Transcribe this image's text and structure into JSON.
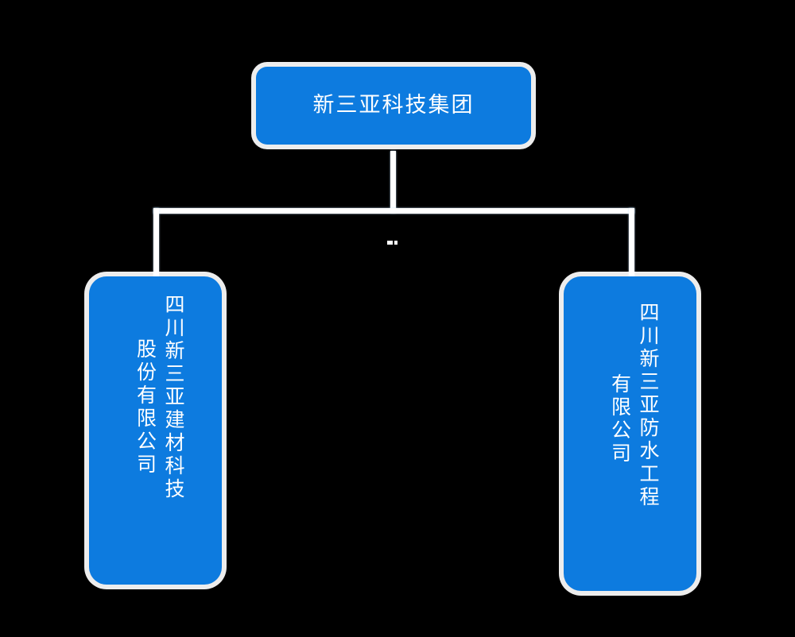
{
  "diagram": {
    "type": "org-chart",
    "background_color": "#000000",
    "node_color": "#0d7bdf",
    "node_text_color": "#ffffff",
    "connector_color": "#ffffff",
    "root": {
      "label": "新三亚科技集团",
      "orientation": "horizontal"
    },
    "children": [
      {
        "id": "left",
        "full_label": "四川新三亚建材科技股份有限公司",
        "orientation": "vertical-rl",
        "columns": [
          "四川新三亚建材科技",
          "股份有限公司"
        ]
      },
      {
        "id": "right",
        "full_label": "四川新三亚防水工程有限公司",
        "orientation": "vertical-rl",
        "columns": [
          "四川新三亚防水工程",
          "有限公司"
        ]
      }
    ]
  }
}
